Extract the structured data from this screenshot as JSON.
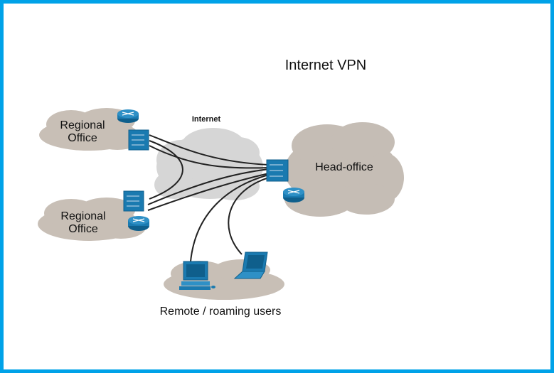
{
  "title": "Internet VPN",
  "internet_label": "Internet",
  "nodes": {
    "regional_office_1": {
      "line1": "Regional",
      "line2": "Office"
    },
    "regional_office_2": {
      "line1": "Regional",
      "line2": "Office"
    },
    "head_office": {
      "label": "Head-office"
    },
    "remote_users": {
      "label": "Remote / roaming users"
    }
  },
  "colors": {
    "border": "#00a2e8",
    "cloud_site": "#c5bdb5",
    "cloud_internet": "#d4d4d4",
    "device": "#1a7ab0",
    "link": "#222222"
  }
}
